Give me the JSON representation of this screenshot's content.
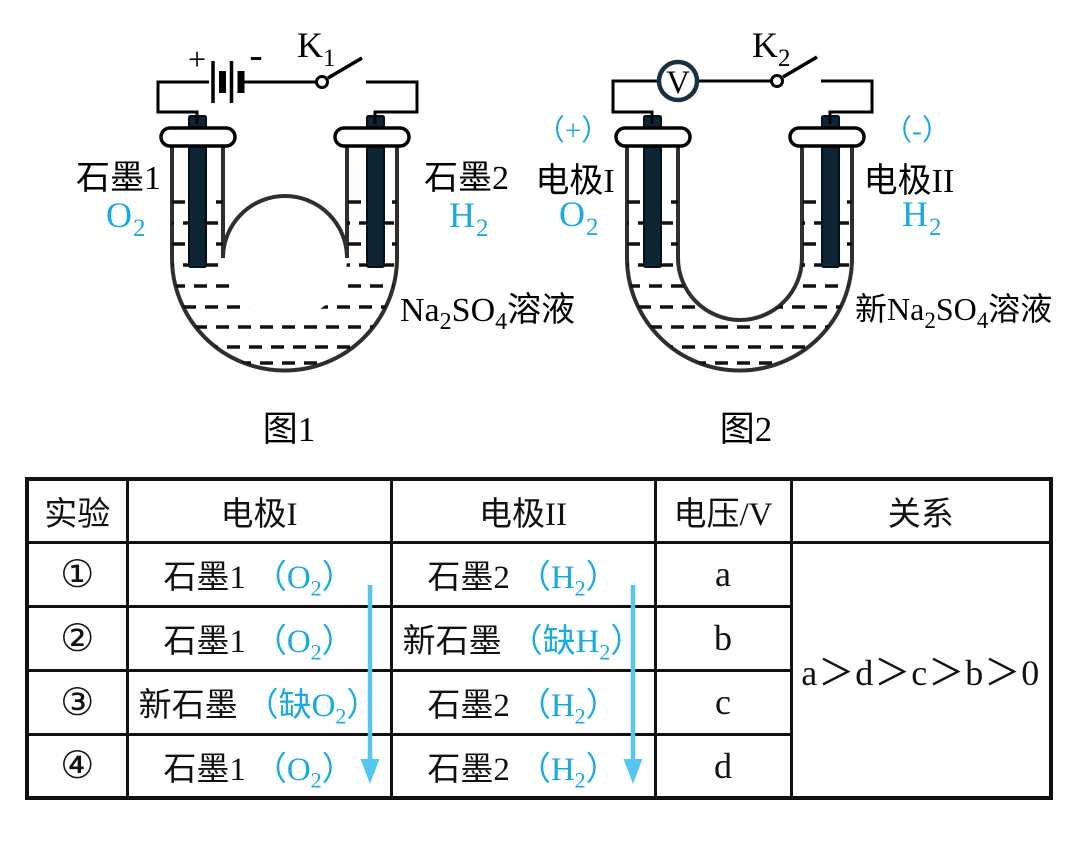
{
  "colors": {
    "accent_cyan": "#1BA9E4",
    "arrow_cyan": "#55C6EF",
    "electrode_dark": "#0D2433",
    "line_black": "#111111"
  },
  "figure1": {
    "caption": "图1",
    "battery_plus": "+",
    "battery_minus": "-",
    "switch_label": "K",
    "switch_sub": "1",
    "left_electrode_label": "石墨1",
    "left_gas": "O",
    "left_gas_sub": "2",
    "right_electrode_label": "石墨2",
    "right_gas": "H",
    "right_gas_sub": "2",
    "solution": {
      "p1": "Na",
      "s1": "2",
      "p2": "SO",
      "s2": "4",
      "p3": "溶液"
    }
  },
  "figure2": {
    "caption": "图2",
    "voltmeter_label": "V",
    "switch_label": "K",
    "switch_sub": "2",
    "left_polarity": "（+）",
    "right_polarity": "（-）",
    "left_electrode_label": "电极I",
    "left_gas": "O",
    "left_gas_sub": "2",
    "right_electrode_label": "电极II",
    "right_gas": "H",
    "right_gas_sub": "2",
    "solution": {
      "p1": "新Na",
      "s1": "2",
      "p2": "SO",
      "s2": "4",
      "p3": "溶液"
    }
  },
  "table": {
    "headers": [
      "实验",
      "电极I",
      "电极II",
      "电压/V",
      "关系"
    ],
    "relation": "a＞d＞c＞b＞0",
    "rows": [
      {
        "num": "①",
        "e1": {
          "name": "石墨1",
          "open": "（",
          "prefix": "",
          "gas": "O",
          "sub": "2",
          "close": "）"
        },
        "e2": {
          "name": "石墨2",
          "open": "（",
          "prefix": "",
          "gas": "H",
          "sub": "2",
          "close": "）"
        },
        "voltage": "a"
      },
      {
        "num": "②",
        "e1": {
          "name": "石墨1",
          "open": "（",
          "prefix": "",
          "gas": "O",
          "sub": "2",
          "close": "）"
        },
        "e2": {
          "name": "新石墨",
          "open": "（",
          "prefix": "缺",
          "gas": "H",
          "sub": "2",
          "close": "）"
        },
        "voltage": "b"
      },
      {
        "num": "③",
        "e1": {
          "name": "新石墨",
          "open": "（",
          "prefix": "缺",
          "gas": "O",
          "sub": "2",
          "close": "）"
        },
        "e2": {
          "name": "石墨2",
          "open": "（",
          "prefix": "",
          "gas": "H",
          "sub": "2",
          "close": "）"
        },
        "voltage": "c"
      },
      {
        "num": "④",
        "e1": {
          "name": "石墨1",
          "open": "（",
          "prefix": "",
          "gas": "O",
          "sub": "2",
          "close": "）"
        },
        "e2": {
          "name": "石墨2",
          "open": "（",
          "prefix": "",
          "gas": "H",
          "sub": "2",
          "close": "）"
        },
        "voltage": "d"
      }
    ]
  }
}
